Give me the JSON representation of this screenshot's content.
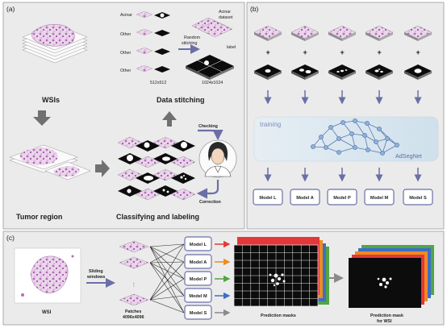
{
  "panels": {
    "a": {
      "letter": "(a)",
      "wsis_label": "WSIs",
      "stitching_title": "Data stitching",
      "tumor_label": "Tumor region",
      "classify_label": "Classifying and labeling",
      "checking_label": "Checking",
      "correction_label": "Correction",
      "acinar_label": "Acinar",
      "other_label": "Other",
      "random_line1": "Random",
      "random_line2": "stitching",
      "acinar_dataset_line1": "Acinar",
      "acinar_dataset_line2": "dataset",
      "label_label": "label",
      "size_small": "512x512",
      "size_large": "1024x1024"
    },
    "b": {
      "letter": "(b)",
      "plus": "+",
      "training_label": "training",
      "network_label": "AdSegNet",
      "models": [
        "Model L",
        "Model A",
        "Model P",
        "Model M",
        "Model S"
      ]
    },
    "c": {
      "letter": "(c)",
      "wsi_label": "WSI",
      "sliding_line1": "Sliding",
      "sliding_line2": "windows",
      "ellipsis": "⋮",
      "patches_line1": "Patches",
      "patches_line2": "4096x4096",
      "models": [
        "Model L",
        "Model A",
        "Model P",
        "Model M",
        "Model S"
      ],
      "prediction_label": "Prediction masks",
      "final_line1": "Prediction mask",
      "final_line2": "for WSI"
    }
  },
  "colors": {
    "panel_bg": "#ebebeb",
    "panel_border": "#999999",
    "arrow_gray": "#707070",
    "model_border": "#6b6fa6",
    "net_bg": "#dce8f1",
    "tissue": "#b36db8",
    "tissue_light": "#ddb9dc",
    "mask_bg": "#0c0c0c",
    "arrow_red": "#e2383a",
    "arrow_orange": "#ee8a23",
    "arrow_green": "#52a544",
    "arrow_blue": "#3c6fc4",
    "arrow_gray_c": "#8a8a8a"
  }
}
